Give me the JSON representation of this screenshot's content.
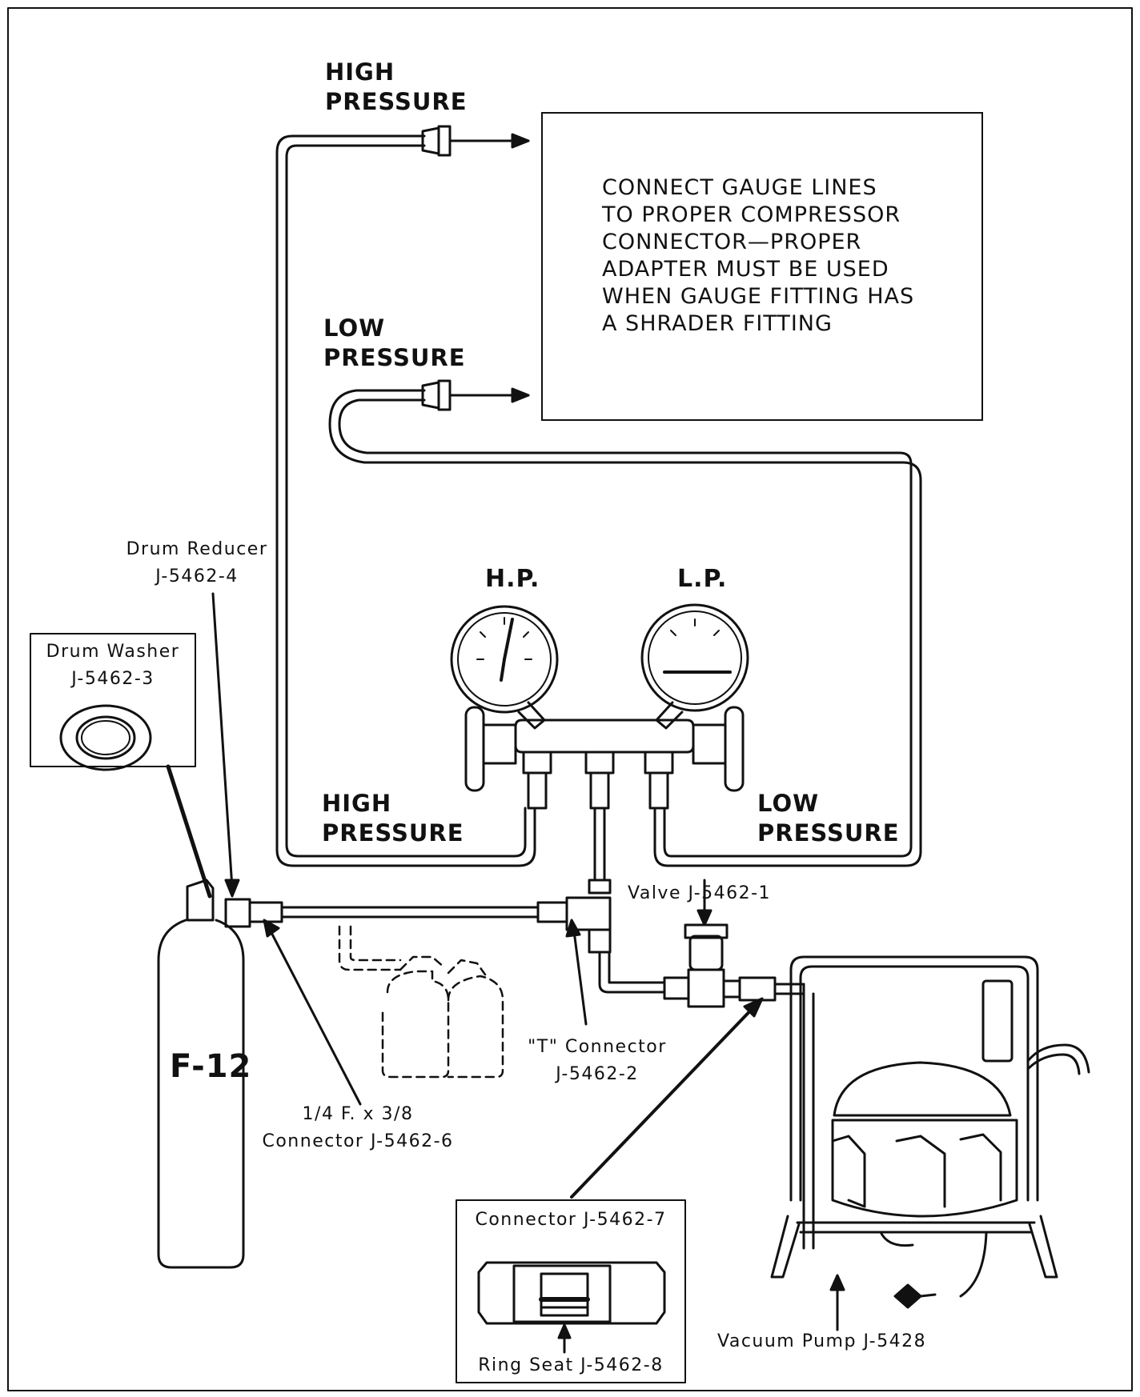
{
  "high_pressure_top": [
    "HIGH",
    "PRESSURE"
  ],
  "low_pressure_top": [
    "LOW",
    "PRESSURE"
  ],
  "note_lines": [
    "CONNECT GAUGE LINES",
    "TO PROPER COMPRESSOR",
    "CONNECTOR—PROPER",
    "ADAPTER MUST BE USED",
    "WHEN GAUGE FITTING HAS",
    "A SHRADER FITTING"
  ],
  "drum_reducer": [
    "Drum Reducer",
    "J-5462-4"
  ],
  "drum_washer": [
    "Drum Washer",
    "J-5462-3"
  ],
  "gauge_hp": "H.P.",
  "gauge_lp": "L.P.",
  "high_pressure_bottom": [
    "HIGH",
    "PRESSURE"
  ],
  "low_pressure_bottom": [
    "LOW",
    "PRESSURE"
  ],
  "valve": "Valve J-5462-1",
  "t_connector": [
    "\"T\" Connector",
    "J-5462-2"
  ],
  "connector_6": [
    "1/4 F. x 3/8",
    "Connector J-5462-6"
  ],
  "cylinder": "F-12",
  "connector_7": "Connector J-5462-7",
  "ring_seat": "Ring Seat J-5462-8",
  "vacuum_pump": "Vacuum Pump J-5428"
}
